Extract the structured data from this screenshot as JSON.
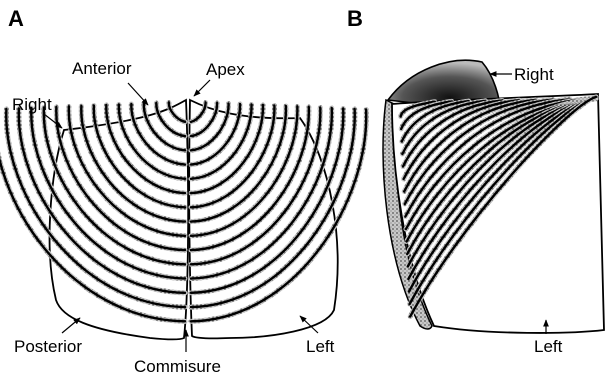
{
  "panels": {
    "a": {
      "label": "A",
      "callouts": {
        "anterior": "Anterior",
        "apex": "Apex",
        "right": "Right",
        "posterior": "Posterior",
        "commisure": "Commisure",
        "left": "Left"
      }
    },
    "b": {
      "label": "B",
      "callouts": {
        "right": "Right",
        "left": "Left"
      }
    }
  }
}
